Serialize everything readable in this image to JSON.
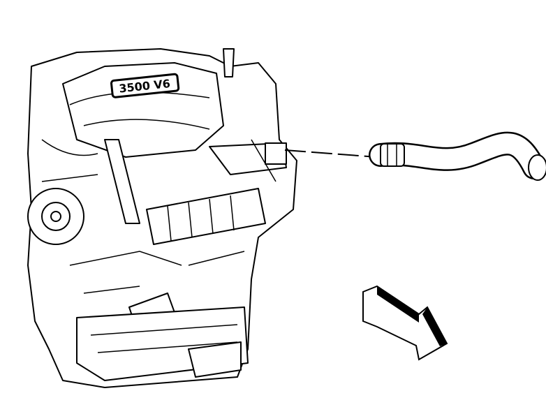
{
  "diagram": {
    "engine_badge": "3500 V6",
    "line_color": "#000000",
    "background": "#ffffff",
    "parts": [
      "engine-assembly",
      "heater-hose",
      "direction-arrow"
    ]
  }
}
